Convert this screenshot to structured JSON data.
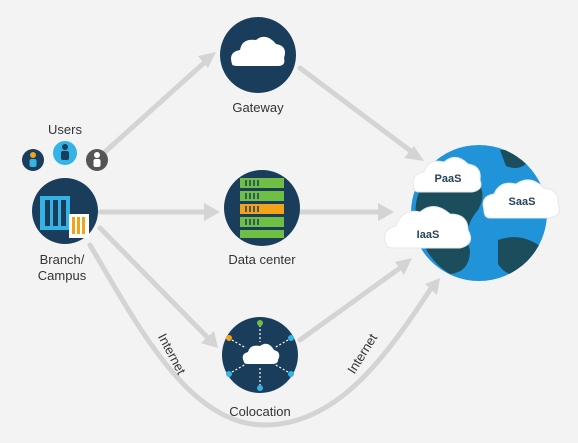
{
  "nodes": {
    "users": "Users",
    "branch_line1": "Branch/",
    "branch_line2": "Campus",
    "gateway": "Gateway",
    "data_center": "Data center",
    "colocation": "Colocation"
  },
  "clouds": {
    "paas": "PaaS",
    "saas": "SaaS",
    "iaas": "IaaS"
  },
  "path_labels": {
    "internet_left": "Internet",
    "internet_right": "Internet"
  },
  "colors": {
    "navy": "#1a3d5c",
    "light_blue": "#34b3e6",
    "globe_blue": "#2193d9",
    "globe_green": "#1b4d5c",
    "arrow": "#d4d4d4",
    "server_green": "#6fbf44",
    "server_orange": "#f5a21b"
  }
}
